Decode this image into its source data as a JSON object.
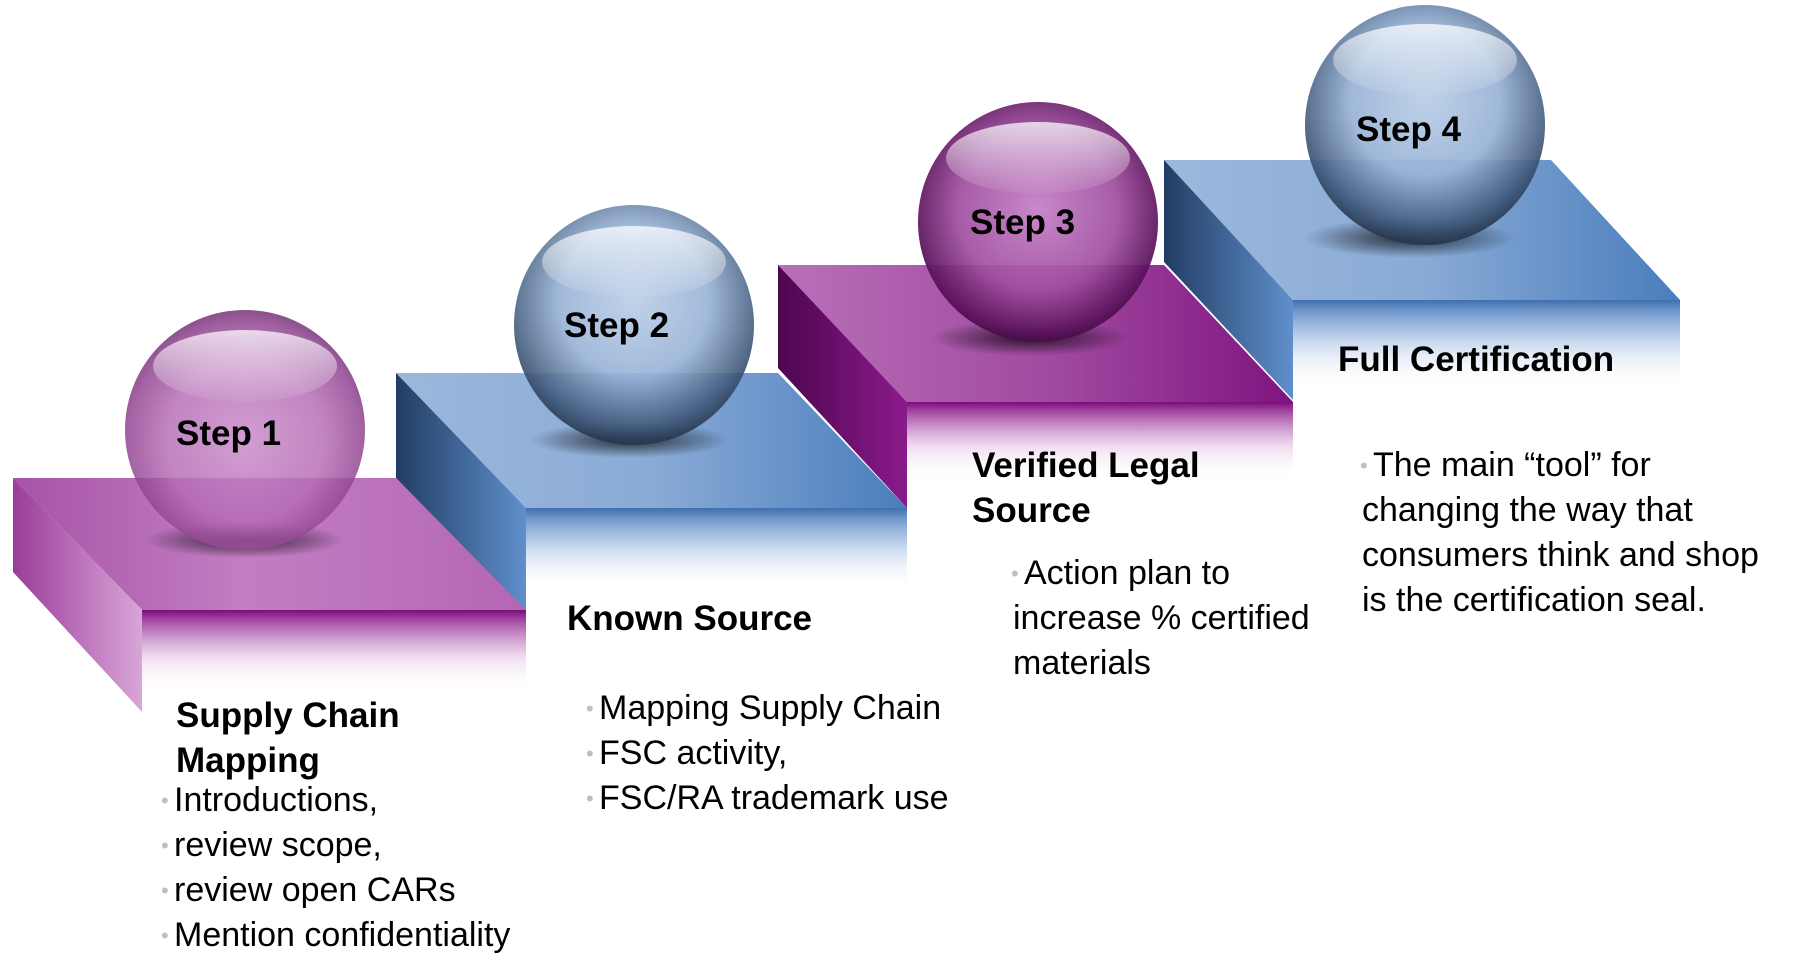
{
  "colors": {
    "purple_light": "#cf94cf",
    "purple_dark": "#7a0c7a",
    "blue_light": "#a9c3e2",
    "blue_dark": "#3d6aa8"
  },
  "steps": [
    {
      "orb_label": "Step 1",
      "title_lines": [
        "Supply Chain",
        "Mapping"
      ],
      "bullets": [
        "Introductions,",
        "review scope,",
        "review open CARs",
        "Mention confidentiality"
      ]
    },
    {
      "orb_label": "Step 2",
      "title_lines": [
        "Known Source"
      ],
      "bullets": [
        "Mapping Supply Chain",
        "FSC activity,",
        "FSC/RA trademark use"
      ]
    },
    {
      "orb_label": "Step 3",
      "title_lines": [
        "Verified Legal",
        "Source"
      ],
      "bullets": [
        "Action plan to",
        "increase % certified",
        "materials"
      ]
    },
    {
      "orb_label": "Step 4",
      "title_lines": [
        "Full Certification"
      ],
      "bullets": [
        "The main “tool” for",
        "changing the way that",
        "consumers think and shop",
        "is the certification seal."
      ]
    }
  ]
}
